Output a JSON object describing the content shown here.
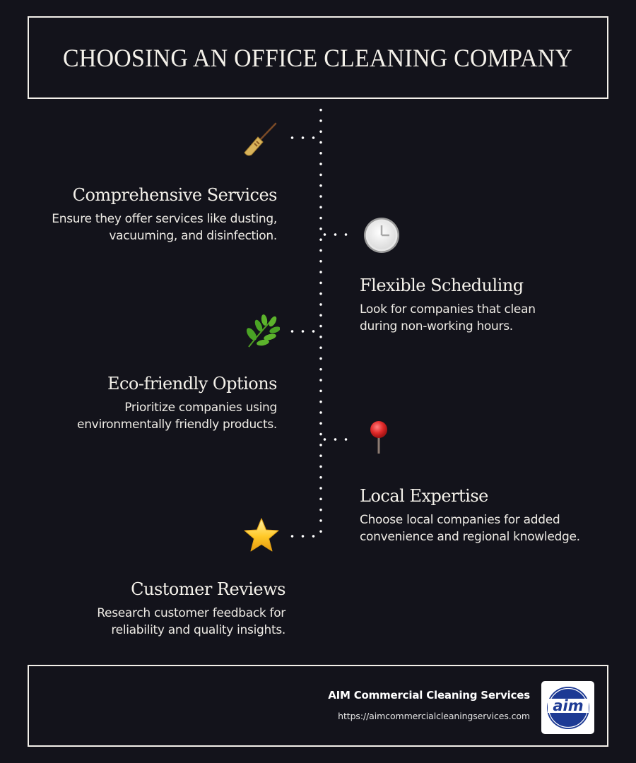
{
  "header": {
    "title": "CHOOSING AN OFFICE CLEANING COMPANY"
  },
  "items": [
    {
      "icon": "broom-icon",
      "title": "Comprehensive Services",
      "text": "Ensure they offer services like dusting,\nvacuuming, and disinfection.",
      "side": "left"
    },
    {
      "icon": "clock-icon",
      "title": "Flexible Scheduling",
      "text": "Look for companies that clean\nduring non-working hours.",
      "side": "right"
    },
    {
      "icon": "herb-icon",
      "title": "Eco-friendly Options",
      "text": "Prioritize companies using\nenvironmentally friendly products.",
      "side": "left"
    },
    {
      "icon": "round-pushpin-icon",
      "title": "Local Expertise",
      "text": "Choose local companies for added\nconvenience and regional knowledge.",
      "side": "right"
    },
    {
      "icon": "star-icon",
      "title": "Customer Reviews",
      "text": "Research customer feedback for\nreliability and quality insights.",
      "side": "left"
    }
  ],
  "footer": {
    "brand_name": "AIM Commercial Cleaning Services",
    "url": "https://aimcommercialcleaningservices.com",
    "logo_text": "aim"
  },
  "colors": {
    "background": "#13131b",
    "text": "#f4f1ea",
    "logo_blue": "#1d3a94"
  }
}
